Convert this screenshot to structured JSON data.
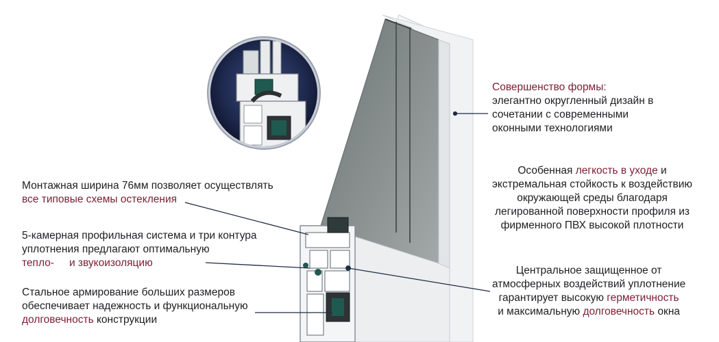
{
  "callouts": {
    "form": {
      "title": "Совершенство формы:",
      "lines": [
        "элегантно округленный дизайн в",
        "сочетании с современными",
        "оконными технологиями"
      ]
    },
    "care": {
      "l1_a": "Особенная ",
      "l1_hl": "легкость в уходе",
      "l1_b": " и",
      "l2": "экстремальная стойкость к воздействию",
      "l3": "окружающей среды благодаря",
      "l4": "легированной поверхности профиля из",
      "l5": "фирменного ПВХ высокой плотности"
    },
    "seal": {
      "l1": "Центральное защищенное от",
      "l2": "атмосферных воздействий уплотнение",
      "l3_a": "гарантирует высокую ",
      "l3_hl": "герметичность",
      "l4_a": "и максимальную ",
      "l4_hl": "долговечность",
      "l4_b": " окна"
    },
    "width": {
      "l1": "Монтажная ширина 76мм позволяет осуществлять",
      "l2_hl": "все типовые схемы остекления"
    },
    "chambers": {
      "l1": "5-камерная профильная система и три контура",
      "l2": "уплотнения предлагают оптимальную",
      "l3_hl_a": "тепло-",
      "l3_hl_b": "и звукоизоляцию"
    },
    "steel": {
      "l1": "Стальное армирование больших размеров",
      "l2": "обеспечивает надежность и функциональную",
      "l3_hl": "долговечность",
      "l3_b": " конструкции"
    }
  },
  "colors": {
    "text": "#1e1e22",
    "highlight": "#7a1e34",
    "leader_line": "#1f2a44",
    "lens_dark": "#1b2545",
    "glass": "#7d8584",
    "seal_green": "#1f5a50"
  }
}
